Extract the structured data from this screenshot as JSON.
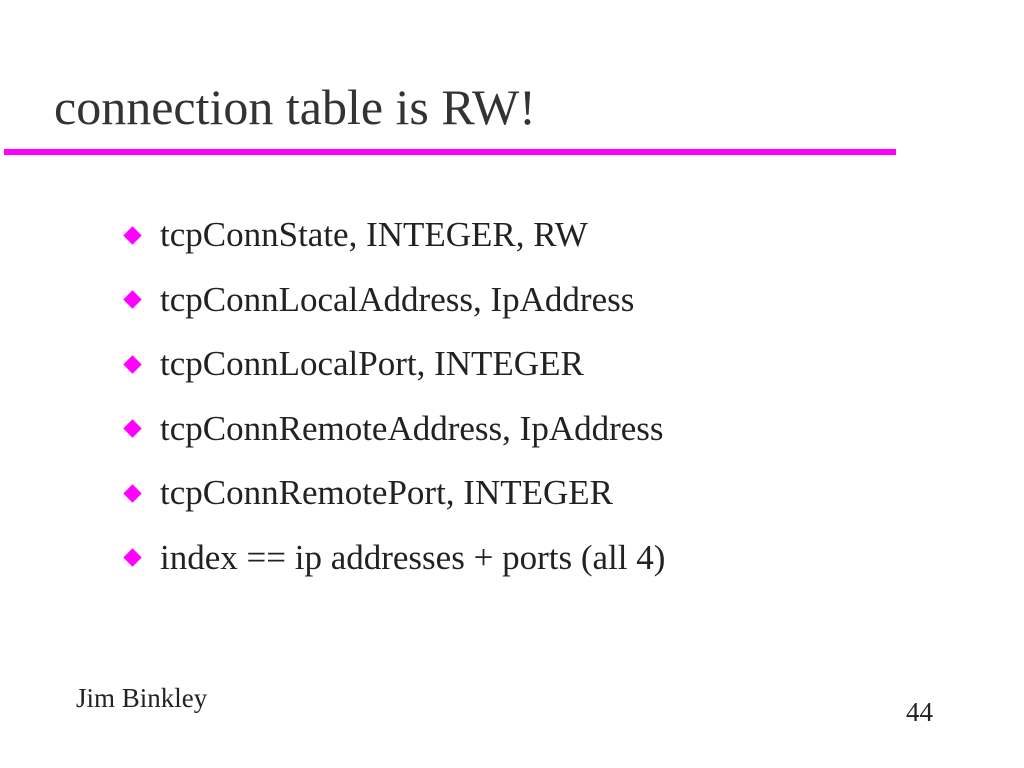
{
  "slide": {
    "title": "connection table is RW!",
    "accent_color": "#ff00ff",
    "bullet_icon": "magenta-diamond-bullet",
    "bullets": [
      "tcpConnState, INTEGER, RW",
      "tcpConnLocalAddress, IpAddress",
      "tcpConnLocalPort, INTEGER",
      "tcpConnRemoteAddress, IpAddress",
      "tcpConnRemotePort, INTEGER",
      "index == ip addresses + ports (all 4)"
    ],
    "footer": {
      "author": "Jim Binkley",
      "page_number": "44"
    }
  }
}
